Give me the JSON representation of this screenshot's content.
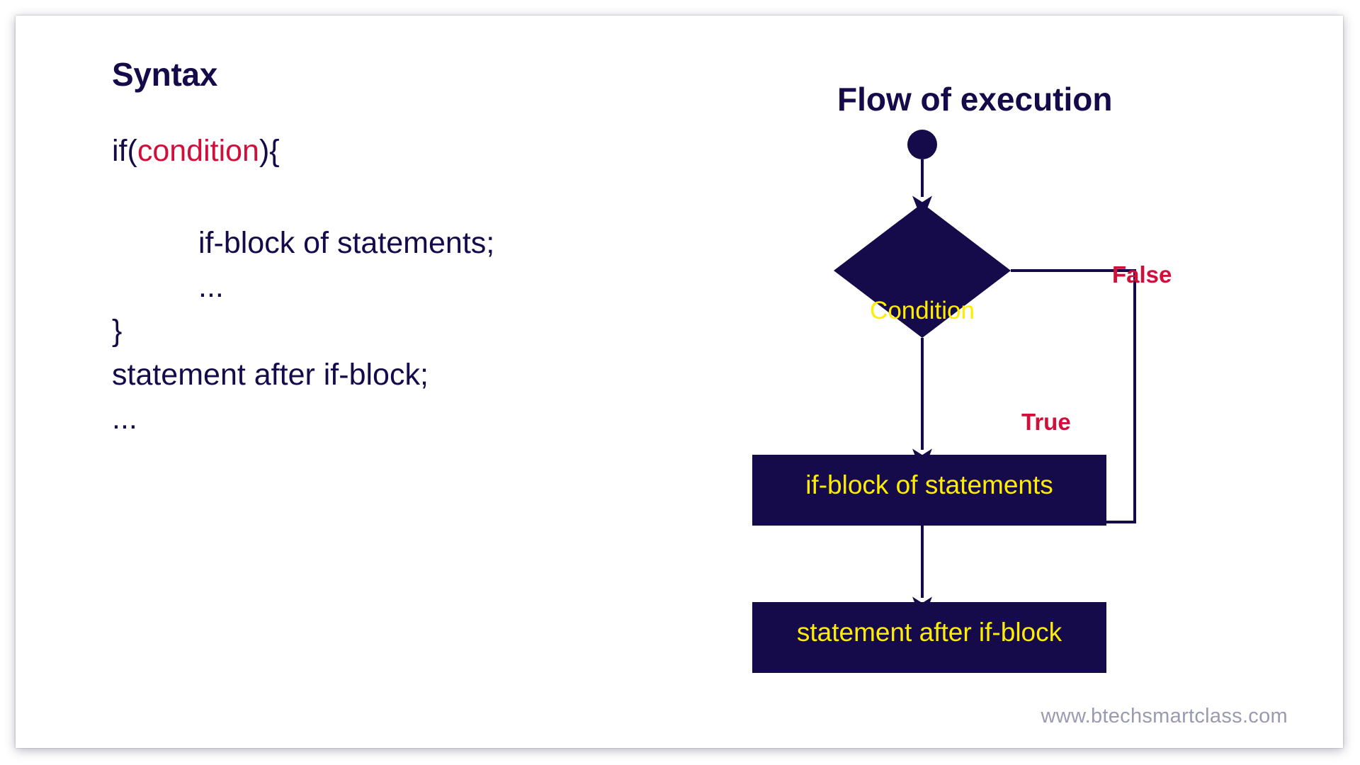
{
  "slide": {
    "background_color": "#ffffff",
    "accent_navy": "#150a4a",
    "accent_red": "#d0103a",
    "accent_yellow": "#ffed00"
  },
  "syntax": {
    "title": "Syntax",
    "lines": [
      {
        "prefix": "if(",
        "highlight": "condition",
        "suffix": "){",
        "indent": false
      },
      {
        "prefix": "",
        "highlight": "",
        "suffix": "",
        "indent": false
      },
      {
        "prefix": "if-block of statements;",
        "highlight": "",
        "suffix": "",
        "indent": true
      },
      {
        "prefix": "...",
        "highlight": "",
        "suffix": "",
        "indent": true
      },
      {
        "prefix": "}",
        "highlight": "",
        "suffix": "",
        "indent": false
      },
      {
        "prefix": "statement after if-block;",
        "highlight": "",
        "suffix": "",
        "indent": false
      },
      {
        "prefix": "...",
        "highlight": "",
        "suffix": "",
        "indent": false
      }
    ]
  },
  "flowchart": {
    "title": "Flow of execution",
    "start_node": "start-dot",
    "decision": {
      "label": "Condition",
      "shape": "diamond"
    },
    "branch_labels": {
      "false": "False",
      "true": "True"
    },
    "process_boxes": [
      {
        "label": "if-block of statements"
      },
      {
        "label": "statement after if-block"
      }
    ]
  },
  "watermark": "www.btechsmartclass.com"
}
